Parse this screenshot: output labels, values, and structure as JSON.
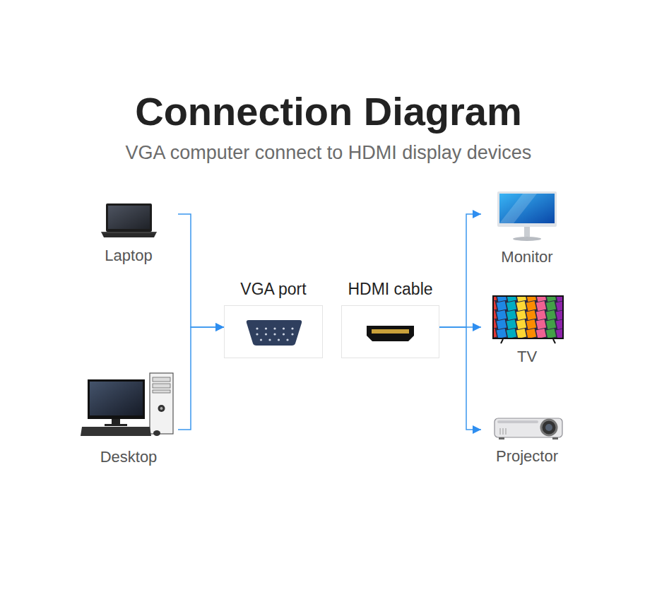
{
  "diagram": {
    "title": "Connection Diagram",
    "caption": "VGA computer connect to HDMI display devices",
    "nodes": [
      {
        "text": [
          "Laptop"
        ]
      },
      {
        "text": [
          "Desktop"
        ]
      },
      {
        "text": [
          "VGA port"
        ]
      },
      {
        "text": [
          "HDMI cable"
        ]
      },
      {
        "text": [
          "Monitor"
        ]
      },
      {
        "text": [
          "TV"
        ]
      },
      {
        "text": [
          "Projector"
        ]
      }
    ],
    "edges": [
      {
        "from": 0,
        "to": 2,
        "arrow": "to"
      },
      {
        "from": 1,
        "to": 2,
        "arrow": "to"
      },
      {
        "from": 3,
        "to": 4,
        "arrow": "to"
      },
      {
        "from": 3,
        "to": 5,
        "arrow": "to"
      },
      {
        "from": 3,
        "to": 6,
        "arrow": "to"
      }
    ]
  }
}
